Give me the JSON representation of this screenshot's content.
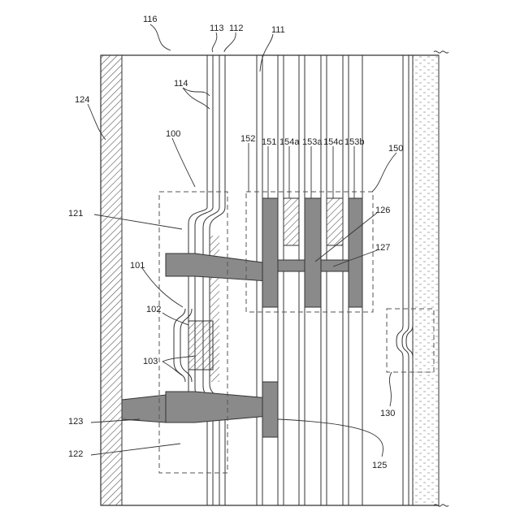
{
  "labels": {
    "l116": "116",
    "l113": "113",
    "l112": "112",
    "l111": "111",
    "l114": "114",
    "l124": "124",
    "l100": "100",
    "l152": "152",
    "l151": "151",
    "l154a": "154a",
    "l153a": "153a",
    "l154c": "154c",
    "l153b": "153b",
    "l150": "150",
    "l121": "121",
    "l126": "126",
    "l127": "127",
    "l101": "101",
    "l102": "102",
    "l103": "103",
    "l123": "123",
    "l122": "122",
    "l130": "130",
    "l125": "125"
  },
  "colors": {
    "line": "#333333",
    "fill": "#8a8a8a",
    "hatch": "#555555"
  }
}
